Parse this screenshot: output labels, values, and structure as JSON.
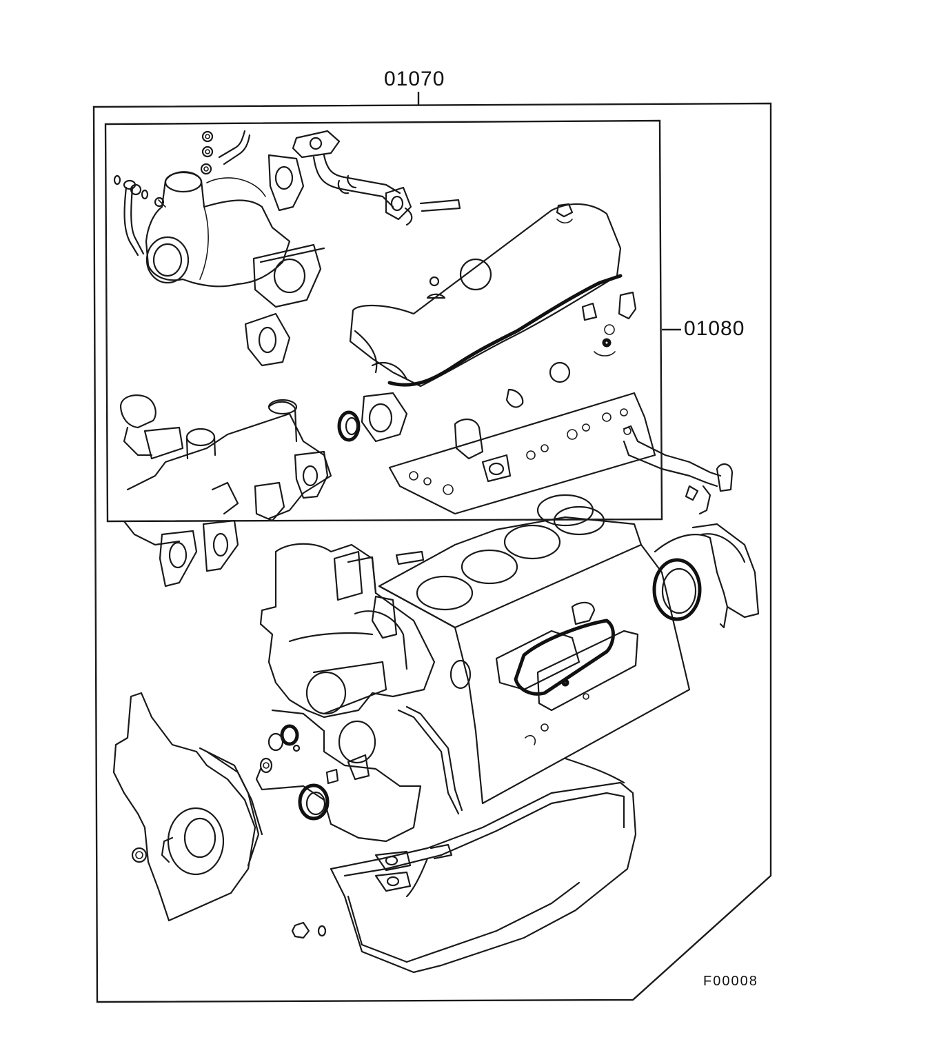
{
  "diagram": {
    "callouts": {
      "outer_kit": "01070",
      "upper_kit": "01080"
    },
    "figure_code": "F00008"
  }
}
